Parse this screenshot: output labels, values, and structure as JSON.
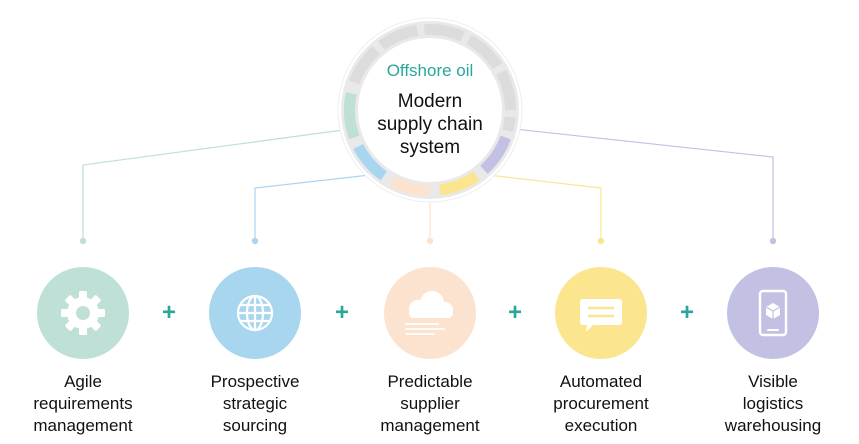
{
  "hub": {
    "subtitle": "Offshore oil",
    "title": "Modern\nsupply chain\nsystem",
    "ring_colors": [
      "#bfe0d6",
      "#a9d6ef",
      "#fbe3cf",
      "#fbe58f",
      "#c2c1e3"
    ]
  },
  "plus_symbol": "+",
  "nodes": [
    {
      "label": "Agile\nrequirements\nmanagement",
      "icon": "gear-icon",
      "color": "#bfe0d6"
    },
    {
      "label": "Prospective\nstrategic\nsourcing",
      "icon": "globe-icon",
      "color": "#a9d6ef"
    },
    {
      "label": "Predictable\nsupplier\nmanagement",
      "icon": "cloud-icon",
      "color": "#fbe3cf"
    },
    {
      "label": "Automated\nprocurement\nexecution",
      "icon": "chat-icon",
      "color": "#fbe58f"
    },
    {
      "label": "Visible\nlogistics\nwarehousing",
      "icon": "mobile-cube-icon",
      "color": "#c2c1e3"
    }
  ]
}
